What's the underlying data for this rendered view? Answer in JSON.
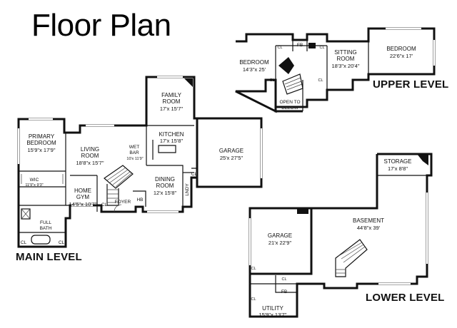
{
  "title": "Floor Plan",
  "levels": {
    "main": "MAIN LEVEL",
    "upper": "UPPER LEVEL",
    "lower": "LOWER LEVEL"
  },
  "rooms": {
    "primary_bedroom": {
      "name1": "PRIMARY",
      "name2": "BEDROOM",
      "dims": "15'9\"x 17'9\""
    },
    "wic": {
      "name": "WIC",
      "dims": "11'9\"x 9'3\""
    },
    "full_bath": {
      "name1": "FULL",
      "name2": "BATH"
    },
    "living_room": {
      "name1": "LIVING",
      "name2": "ROOM",
      "dims": "18'8\"x 15'7\""
    },
    "wet_bar": {
      "name1": "WET",
      "name2": "BAR",
      "dims": "10'x 11'9\""
    },
    "home_gym": {
      "name1": "HOME",
      "name2": "GYM",
      "dims": "14'5\"x 10'7\""
    },
    "foyer": {
      "name": "FOYER"
    },
    "dining_room": {
      "name1": "DINING",
      "name2": "ROOM",
      "dims": "12'x 15'8\""
    },
    "family_room": {
      "name1": "FAMILY",
      "name2": "ROOM",
      "dims": "17'x 15'7\""
    },
    "kitchen": {
      "name": "KITCHEN",
      "dims": "17'x 15'8\""
    },
    "garage_main": {
      "name": "GARAGE",
      "dims": "25'x 27'5\""
    },
    "laundry": {
      "name": "LNDY"
    },
    "upper_bedroom_1": {
      "name": "BEDROOM",
      "dims": "14'3\"x 25'"
    },
    "sitting_room": {
      "name1": "SITTING",
      "name2": "ROOM",
      "dims": "18'3\"x 20'4\""
    },
    "upper_bedroom_2": {
      "name": "BEDROOM",
      "dims": "22'6\"x 17'"
    },
    "open_to_below": {
      "name1": "OPEN TO",
      "name2": "BELOW"
    },
    "storage": {
      "name": "STORAGE",
      "dims": "17'x 8'8\""
    },
    "basement": {
      "name": "BASEMENT",
      "dims": "44'8\"x 39'"
    },
    "garage_lower": {
      "name": "GARAGE",
      "dims": "21'x 22'9\""
    },
    "utility": {
      "name": "UTILITY",
      "dims": "15'9\"x 13'7\""
    }
  },
  "closet_label": "CL",
  "half_bath_label": "HB",
  "full_bath_short": "FB"
}
